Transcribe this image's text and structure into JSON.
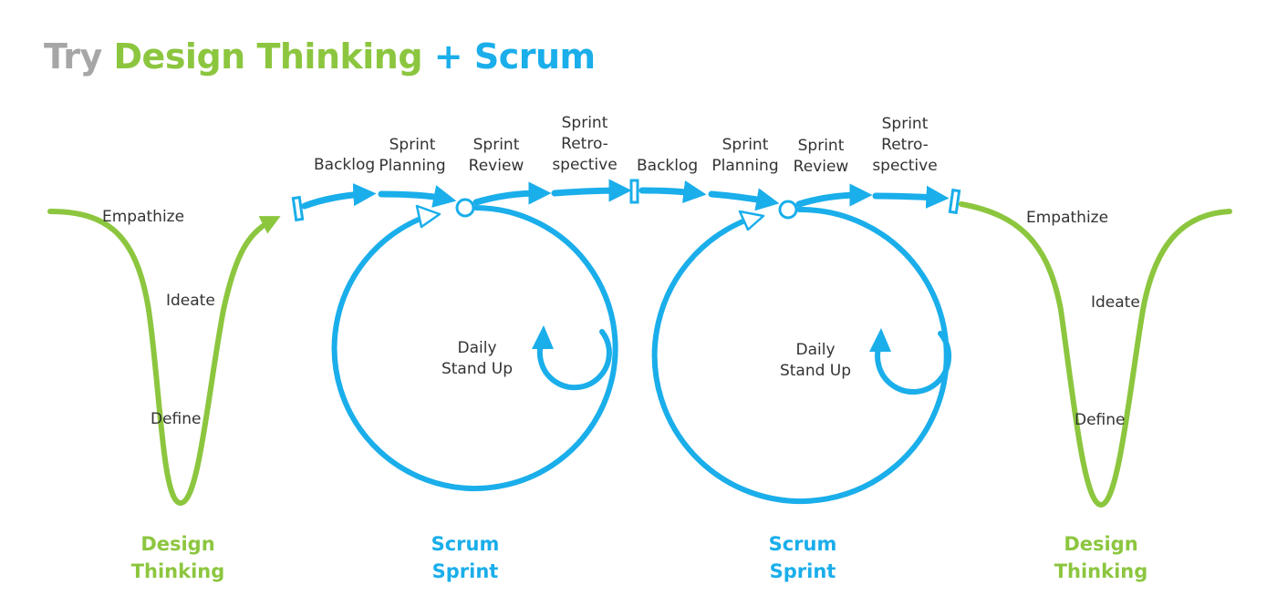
{
  "title": {
    "part1": "Try",
    "part2": "Design Thinking",
    "part3": "+",
    "part4": "Scrum"
  },
  "colors": {
    "green": "#8cc63f",
    "blue": "#1aaeea",
    "gray": "#a6a6a6",
    "text": "#333333"
  },
  "design_thinking_left": {
    "stages": {
      "empathize": "Empathize",
      "ideate": "Ideate",
      "define": "Define"
    },
    "caption": {
      "line1": "Design",
      "line2": "Thinking"
    }
  },
  "design_thinking_right": {
    "stages": {
      "empathize": "Empathize",
      "ideate": "Ideate",
      "define": "Define"
    },
    "caption": {
      "line1": "Design",
      "line2": "Thinking"
    }
  },
  "sprint1": {
    "backlog": "Backlog",
    "planning": {
      "line1": "Sprint",
      "line2": "Planning"
    },
    "review": {
      "line1": "Sprint",
      "line2": "Review"
    },
    "retro": {
      "line1": "Sprint",
      "line2": "Retro-",
      "line3": "spective"
    },
    "daily": {
      "line1": "Daily",
      "line2": "Stand Up"
    },
    "caption": {
      "line1": "Scrum",
      "line2": "Sprint"
    }
  },
  "sprint2": {
    "backlog": "Backlog",
    "planning": {
      "line1": "Sprint",
      "line2": "Planning"
    },
    "review": {
      "line1": "Sprint",
      "line2": "Review"
    },
    "retro": {
      "line1": "Sprint",
      "line2": "Retro-",
      "line3": "spective"
    },
    "daily": {
      "line1": "Daily",
      "line2": "Stand Up"
    },
    "caption": {
      "line1": "Scrum",
      "line2": "Sprint"
    }
  }
}
